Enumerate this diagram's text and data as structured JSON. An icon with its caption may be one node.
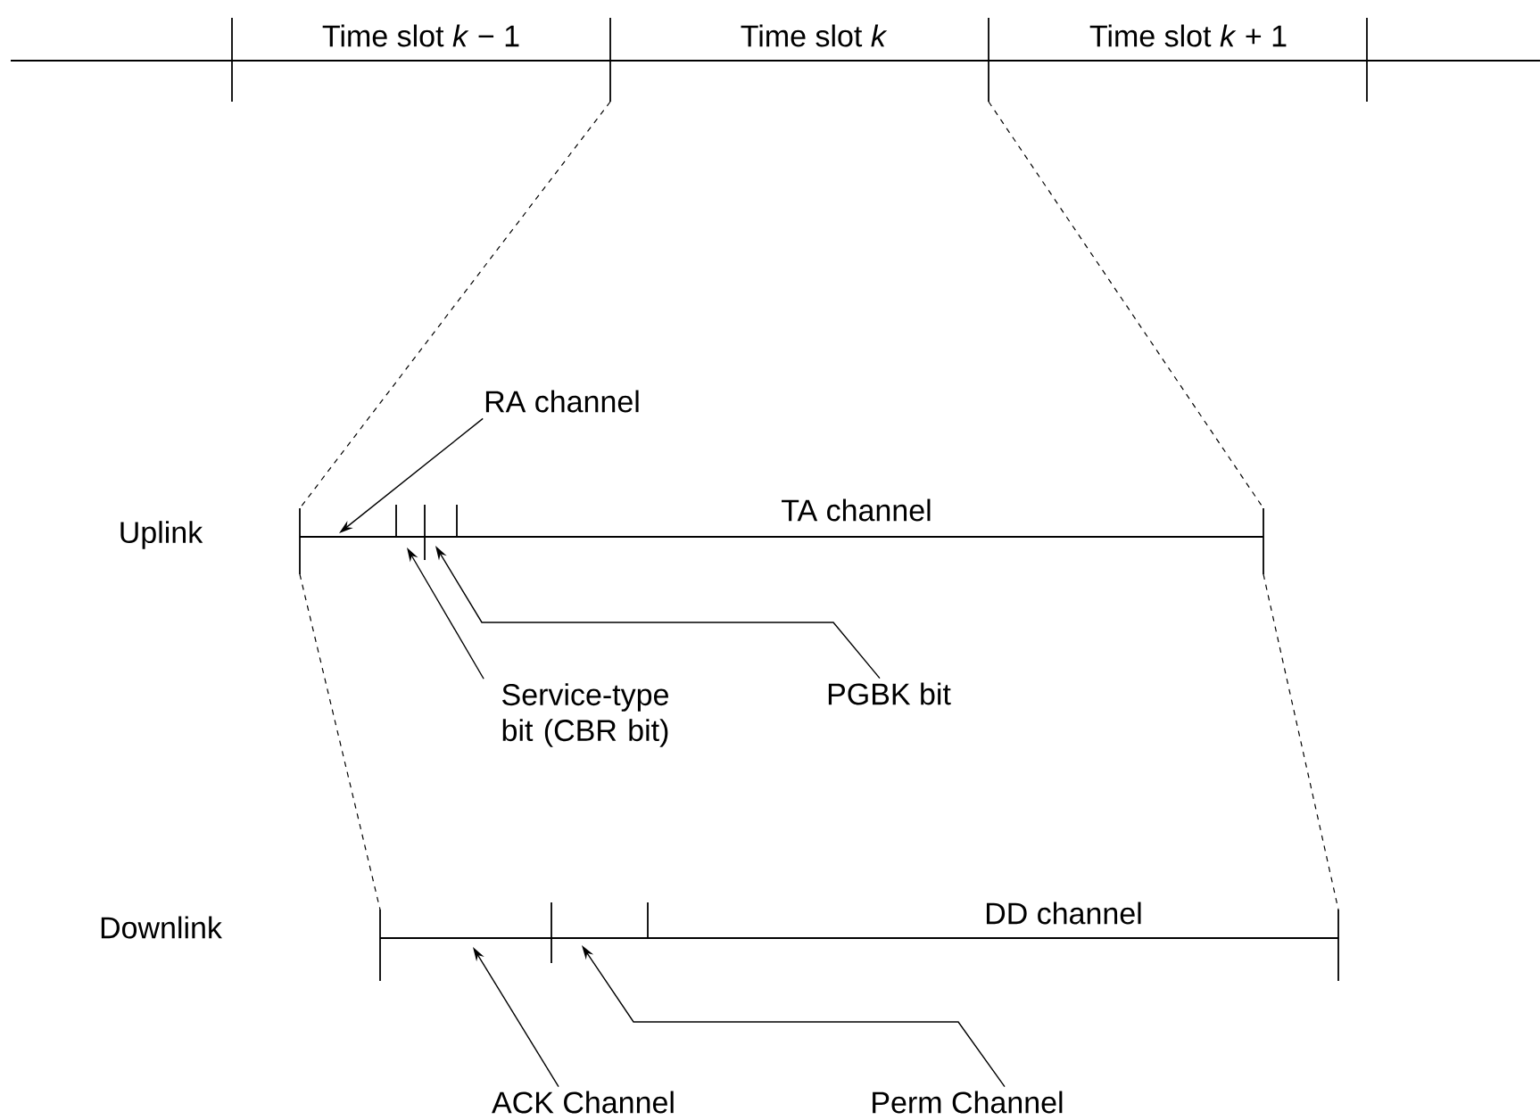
{
  "diagram": {
    "nodes": [
      {
        "text": [
          "RA channel"
        ]
      },
      {
        "text": [
          "Service-type bit (CBR bit)"
        ]
      },
      {
        "text": [
          "PGBK bit"
        ]
      },
      {
        "text": [
          "ACK Channel"
        ]
      },
      {
        "text": [
          "Perm Channel"
        ]
      }
    ],
    "edges": [
      {
        "from": 0,
        "to": null,
        "arrow": "to"
      },
      {
        "from": 1,
        "to": null,
        "arrow": "to"
      },
      {
        "from": 2,
        "to": null,
        "arrow": "to"
      },
      {
        "from": 3,
        "to": null,
        "arrow": "to"
      },
      {
        "from": 4,
        "to": null,
        "arrow": "to"
      }
    ],
    "labels": [
      "Time slot *k* − 1",
      "Time slot *k*",
      "Time slot *k* + 1",
      "Uplink",
      "TA channel",
      "Downlink",
      "DD channel"
    ]
  }
}
